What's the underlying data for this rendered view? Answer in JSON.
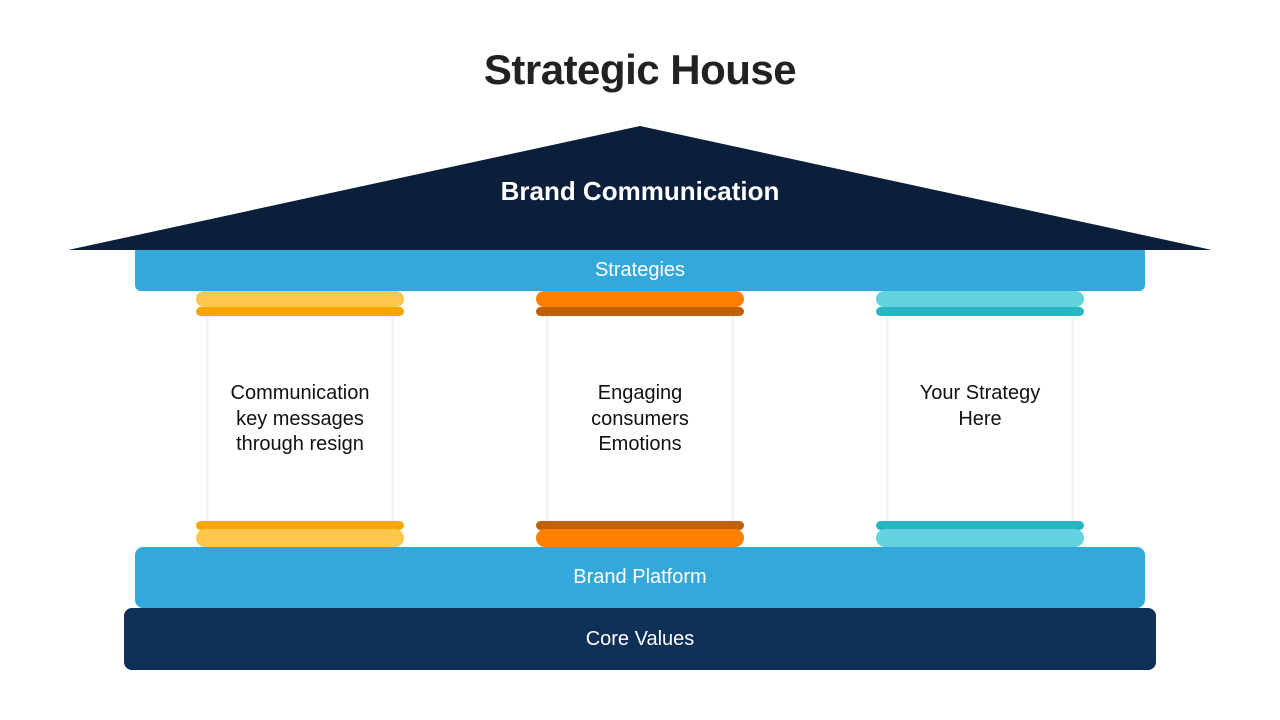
{
  "title": "Strategic House",
  "roof": {
    "label": "Brand Communication",
    "color": "#0b1f3a"
  },
  "strategies": {
    "label": "Strategies",
    "color": "#33a9db"
  },
  "pillars": [
    {
      "lines": [
        "Communication",
        "key messages",
        "through resign"
      ],
      "light": "#ffc64d",
      "dark": "#f6a800"
    },
    {
      "lines": [
        "Engaging",
        "consumers",
        "Emotions"
      ],
      "light": "#ff7f00",
      "dark": "#c1600a"
    },
    {
      "lines": [
        "Your Strategy",
        "Here"
      ],
      "light": "#62d1e0",
      "dark": "#2ab3c3"
    }
  ],
  "platform": {
    "label": "Brand Platform",
    "color": "#33a9db"
  },
  "core": {
    "label": "Core Values",
    "color": "#0e2f56"
  }
}
